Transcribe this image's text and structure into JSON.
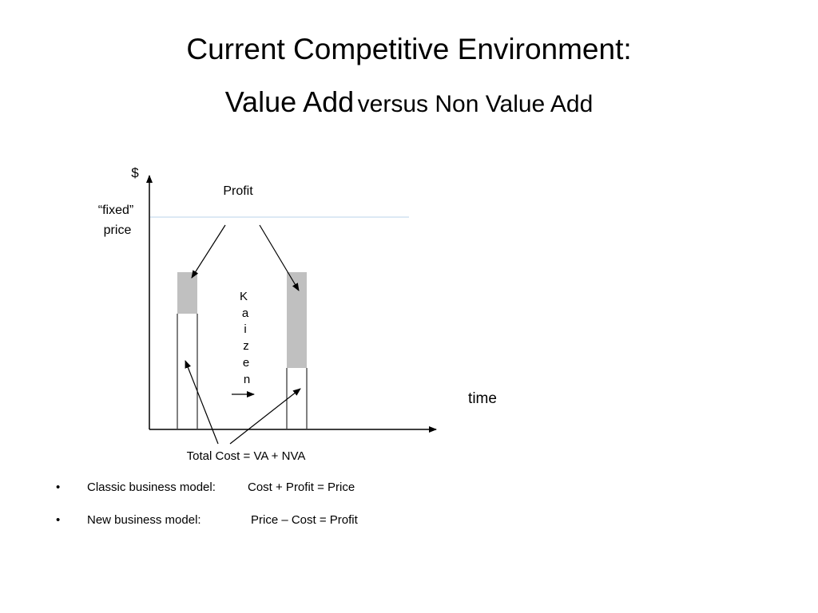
{
  "title": {
    "line1": "Current Competitive Environment:",
    "line2_large": "Value Add",
    "line2_small": "versus Non Value Add"
  },
  "diagram": {
    "y_axis_label": "$",
    "x_axis_label": "time",
    "fixed_price_label_line1": "“fixed”",
    "fixed_price_label_line2": "price",
    "profit_label": "Profit",
    "kaizen_letters": [
      "K",
      "a",
      "i",
      "z",
      "e",
      "n"
    ],
    "total_cost_label": "Total Cost = VA + NVA",
    "colors": {
      "price_line": "#c6dced",
      "profit_fill": "#c0c0c0",
      "axis": "#000000"
    }
  },
  "bullets": [
    {
      "symbol": "•",
      "label": "Classic business model:",
      "formula": "Cost + Profit = Price"
    },
    {
      "symbol": "•",
      "label": "New business model:",
      "formula": "Price – Cost = Profit"
    }
  ]
}
